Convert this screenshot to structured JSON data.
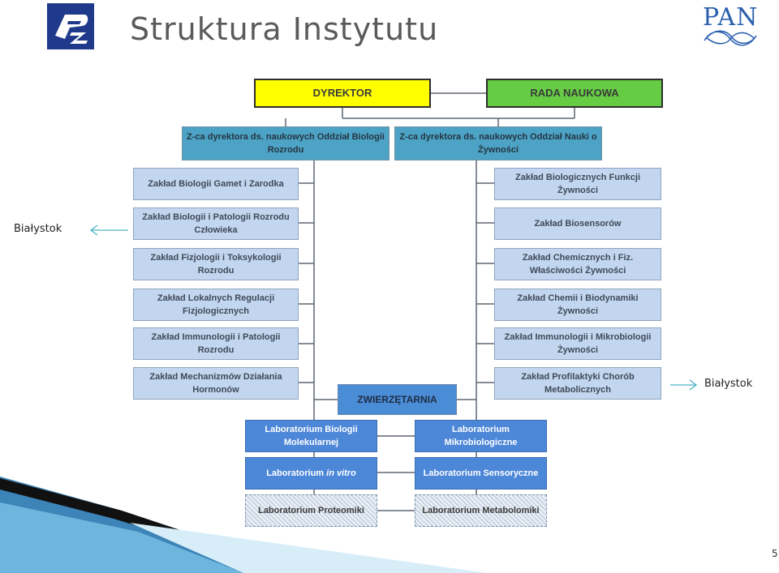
{
  "header": {
    "title": "Struktura Instytutu",
    "pan_logo_text": "PAN",
    "left_logo_text": "PZ"
  },
  "org_chart": {
    "director": "DYREKTOR",
    "council": "RADA NAUKOWA",
    "deputy_left": "Z-ca dyrektora ds. naukowych Oddział Biologii Rozrodu",
    "deputy_right": "Z-ca dyrektora ds. naukowych Oddział Nauki o Żywności",
    "left_units": [
      "Zakład Biologii Gamet i Zarodka",
      "Zakład Biologii i Patologii Rozrodu Człowieka",
      "Zakład Fizjologii i Toksykologii Rozrodu",
      "Zakład Lokalnych Regulacji Fizjologicznych",
      "Zakład Immunologii i Patologii Rozrodu",
      "Zakład Mechanizmów Działania Hormonów"
    ],
    "right_units": [
      "Zakład Biologicznych Funkcji Żywności",
      "Zakład Biosensorów",
      "Zakład Chemicznych i Fiz. Właściwości Żywności",
      "Zakład Chemii i Biodynamiki Żywności",
      "Zakład Immunologii i Mikrobiologii Żywności",
      "Zakład Profilaktyki Chorób Metabolicznych"
    ],
    "animal_house": "ZWIERZĘTARNIA",
    "labs": [
      {
        "before": "Laboratorium Biologii Molekularnej",
        "italic": "",
        "after": ""
      },
      {
        "before": "Laboratorium Mikrobiologiczne",
        "italic": "",
        "after": ""
      },
      {
        "before": "Laboratorium ",
        "italic": "in vitro",
        "after": ""
      },
      {
        "before": "Laboratorium Sensoryczne",
        "italic": "",
        "after": ""
      },
      {
        "before": "Laboratorium Proteomiki",
        "italic": "",
        "after": ""
      },
      {
        "before": "Laboratorium Metabolomiki",
        "italic": "",
        "after": ""
      }
    ]
  },
  "annotations": {
    "left_location": "Białystok",
    "right_location": "Białystok"
  },
  "footer": {
    "page_number": "5"
  },
  "colors": {
    "director": "#ffff00",
    "council": "#66cc44",
    "deputy": "#4da3c5",
    "department": "#c3d6ef",
    "lab": "#4d87d8",
    "arrow": "#4db3c8"
  }
}
